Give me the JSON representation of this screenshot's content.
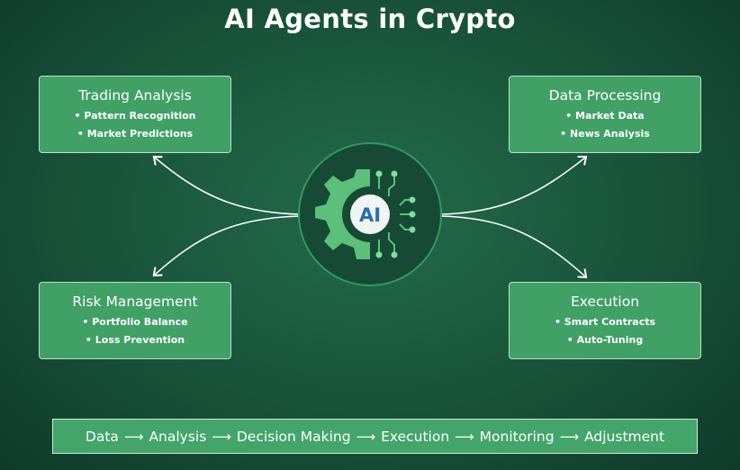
{
  "title": "AI Agents in Crypto",
  "center": {
    "label": "AI",
    "icon": "gear-circuit-icon"
  },
  "boxes": {
    "trading": {
      "title": "Trading Analysis",
      "items": [
        "Pattern Recognition",
        "Market Predictions"
      ]
    },
    "data": {
      "title": "Data Processing",
      "items": [
        "Market Data",
        "News Analysis"
      ]
    },
    "risk": {
      "title": "Risk Management",
      "items": [
        "Portfolio Balance",
        "Loss Prevention"
      ]
    },
    "execution": {
      "title": "Execution",
      "items": [
        "Smart Contracts",
        "Auto-Tuning"
      ]
    }
  },
  "flow": [
    "Data",
    "Analysis",
    "Decision Making",
    "Execution",
    "Monitoring",
    "Adjustment"
  ],
  "flow_arrow": "⟶",
  "colors": {
    "box": "#41a066",
    "gear": "#5cbf7a",
    "ai_text": "#2a6cb5"
  }
}
